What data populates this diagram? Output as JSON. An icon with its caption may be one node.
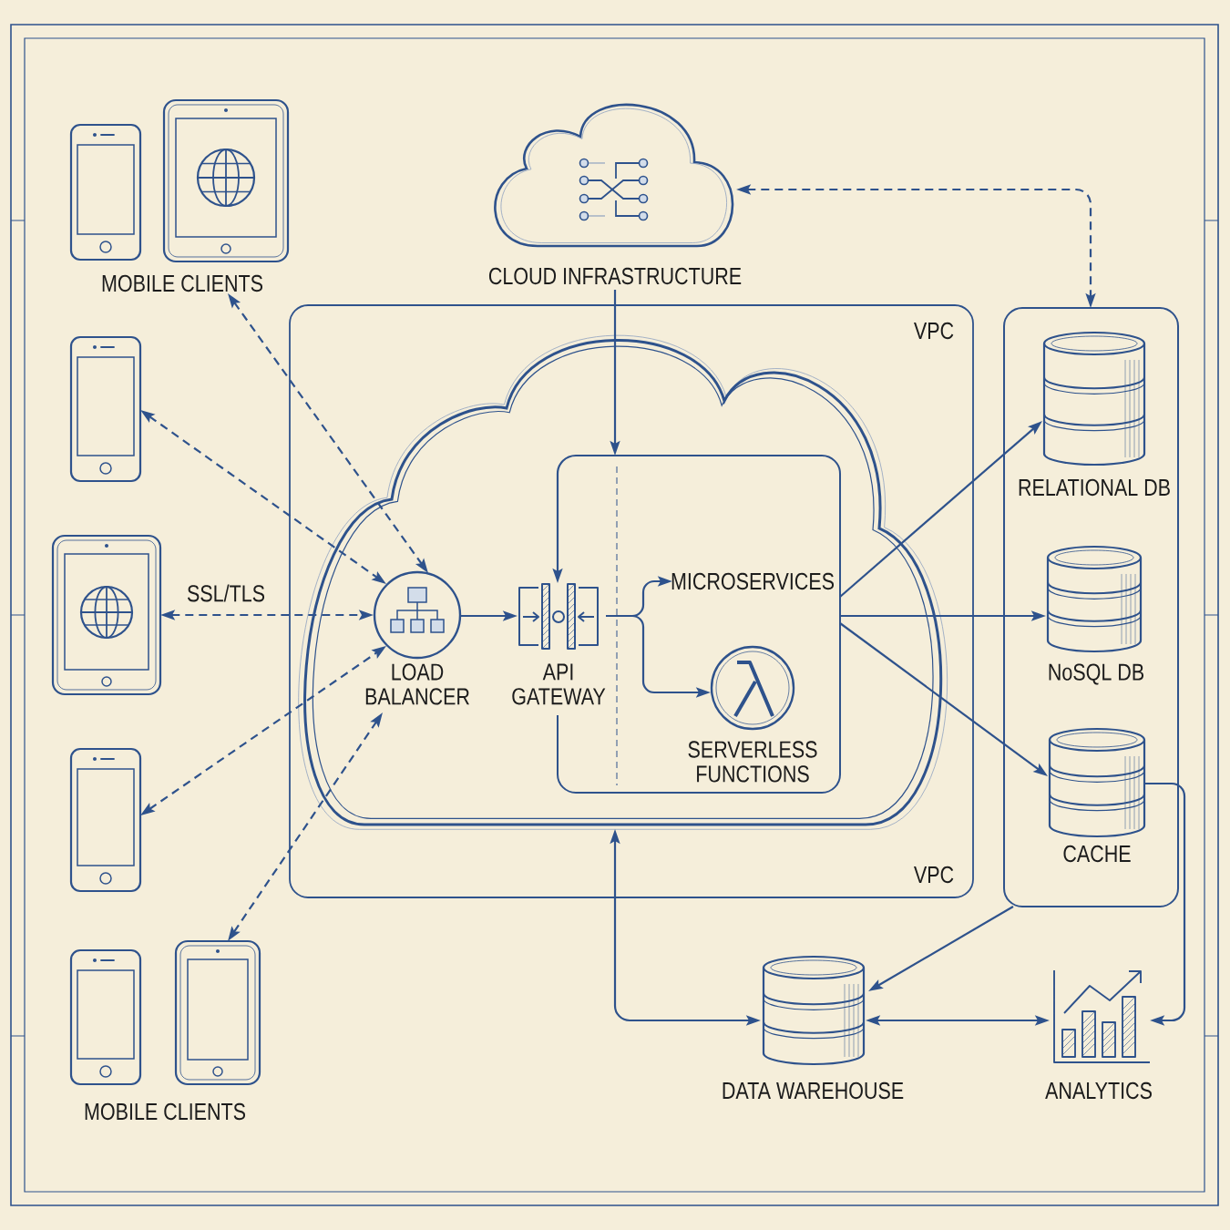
{
  "diagram": {
    "nodes": [
      {
        "text": [
          "MOBILE CLIENTS"
        ]
      },
      {
        "text": [],
        "shape": "picture"
      },
      {
        "text": [],
        "shape": "picture"
      },
      {
        "text": [],
        "shape": "picture"
      },
      {
        "text": [
          "MOBILE CLIENTS"
        ]
      },
      {
        "text": [
          "CLOUD INFRASTRUCTURE"
        ]
      },
      {
        "text": [
          "VPC",
          "VPC"
        ]
      },
      {
        "text": [],
        "shape": "cloud",
        "in": 6
      },
      {
        "text": [
          "LOAD BALANCER"
        ],
        "in": 7
      },
      {
        "text": [],
        "shape": "box",
        "in": 7
      },
      {
        "text": [
          "API GATEWAY"
        ],
        "in": 7
      },
      {
        "text": [
          "MICROSERVICES"
        ],
        "in": 9
      },
      {
        "text": [
          "SERVERLESS FUNCTIONS"
        ],
        "in": 9
      },
      {
        "text": [],
        "shape": "box"
      },
      {
        "text": [
          "RELATIONAL DB"
        ],
        "in": 13
      },
      {
        "text": [
          "NoSQL DB"
        ],
        "in": 13
      },
      {
        "text": [
          "CACHE"
        ],
        "in": 13
      },
      {
        "text": [
          "DATA WAREHOUSE"
        ]
      },
      {
        "text": [
          "ANALYTICS"
        ]
      }
    ],
    "edges": [
      {
        "from": 0,
        "to": 8,
        "arrow": "both",
        "style": "dashed"
      },
      {
        "from": 1,
        "to": 8,
        "arrow": "both",
        "style": "dashed"
      },
      {
        "from": 2,
        "to": 8,
        "arrow": "both",
        "style": "dashed",
        "label": "SSL/TLS"
      },
      {
        "from": 3,
        "to": 8,
        "arrow": "both",
        "style": "dashed"
      },
      {
        "from": 4,
        "to": 8,
        "arrow": "both",
        "style": "dashed"
      },
      {
        "from": 5,
        "to": 9,
        "arrow": "to"
      },
      {
        "from": 5,
        "to": 13,
        "arrow": "both",
        "style": "dashed"
      },
      {
        "from": 8,
        "to": 10,
        "arrow": "to"
      },
      {
        "from": 9,
        "to": 10,
        "arrow": "to"
      },
      {
        "from": 10,
        "to": 11,
        "arrow": "to"
      },
      {
        "from": 10,
        "to": 12,
        "arrow": "to"
      },
      {
        "from": 9,
        "to": 14,
        "arrow": "to"
      },
      {
        "from": 9,
        "to": 15,
        "arrow": "to"
      },
      {
        "from": 9,
        "to": 16,
        "arrow": "to"
      },
      {
        "from": 16,
        "to": 18,
        "arrow": "to"
      },
      {
        "from": 13,
        "to": 17,
        "arrow": "to"
      },
      {
        "from": 17,
        "to": 18,
        "arrow": "both"
      },
      {
        "from": 7,
        "to": 17,
        "arrow": "both"
      }
    ]
  }
}
